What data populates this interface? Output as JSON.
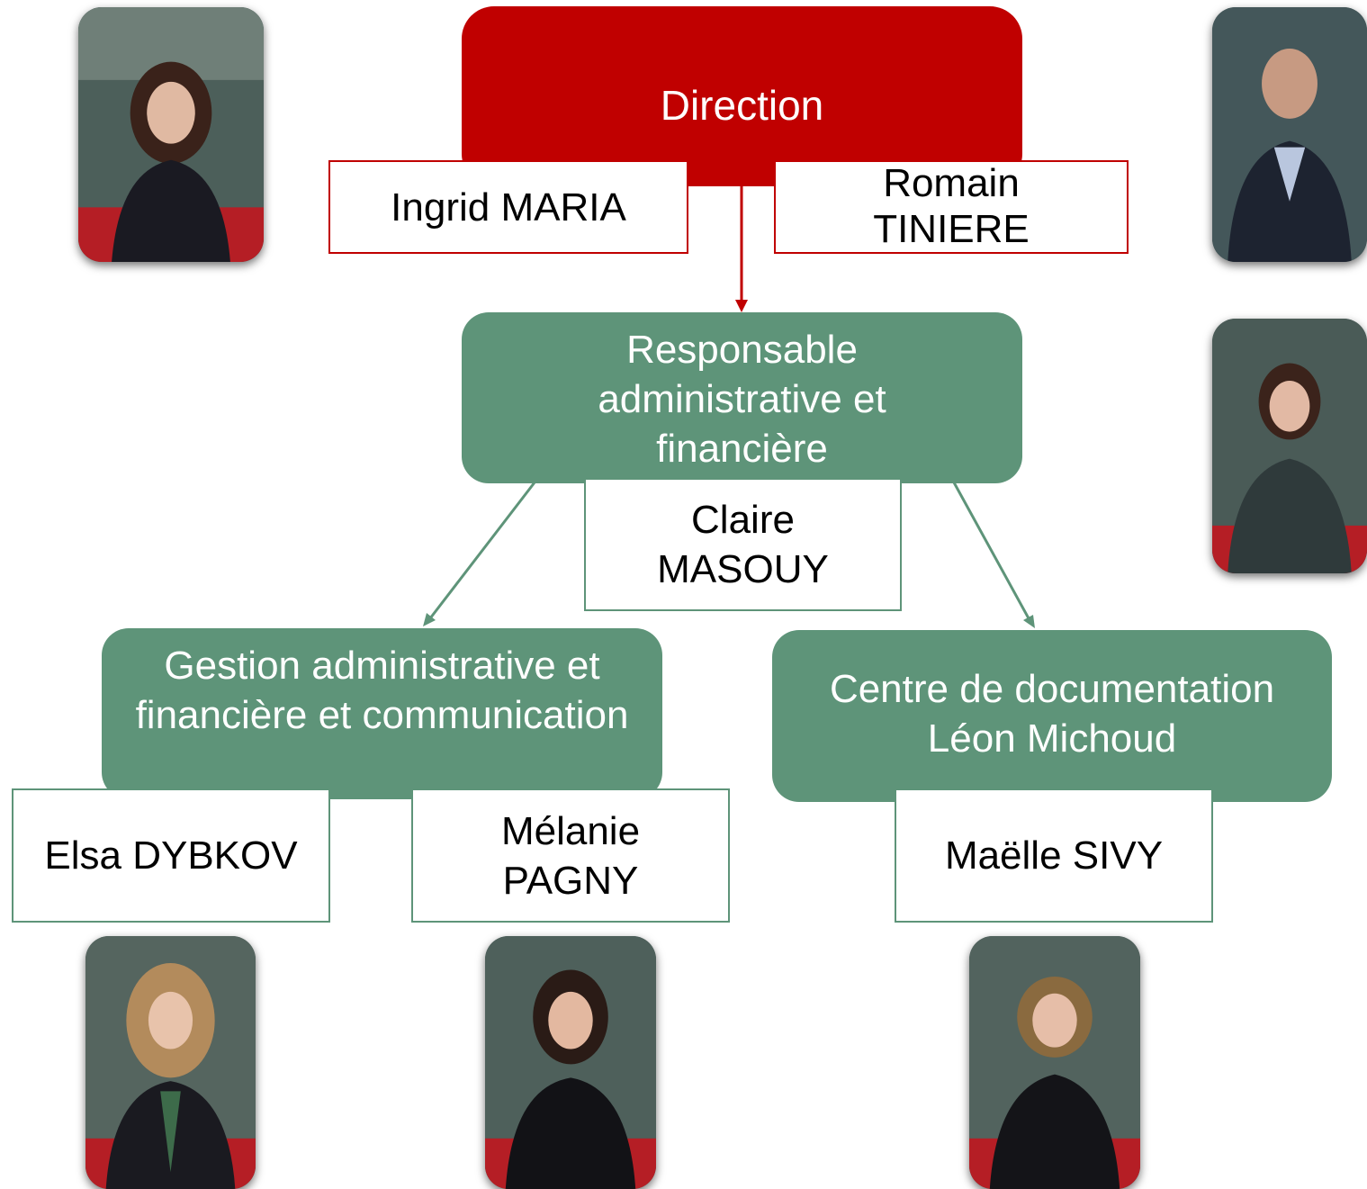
{
  "direction": {
    "title": "Direction"
  },
  "directors": [
    {
      "name": "Ingrid MARIA"
    },
    {
      "name": "Romain TINIERE"
    }
  ],
  "raf": {
    "title": "Responsable administrative et financière",
    "person": {
      "name": "Claire MASOUY"
    }
  },
  "gestion": {
    "title": "Gestion administrative et financière et communication",
    "people": [
      {
        "name": "Elsa DYBKOV"
      },
      {
        "name": "Mélanie PAGNY"
      }
    ]
  },
  "centre": {
    "title": "Centre de documentation Léon Michoud",
    "person": {
      "name": "Maëlle SIVY"
    }
  },
  "colors": {
    "direction": "#c00000",
    "unit": "#5e9479",
    "text_on_unit": "#ffffff"
  }
}
